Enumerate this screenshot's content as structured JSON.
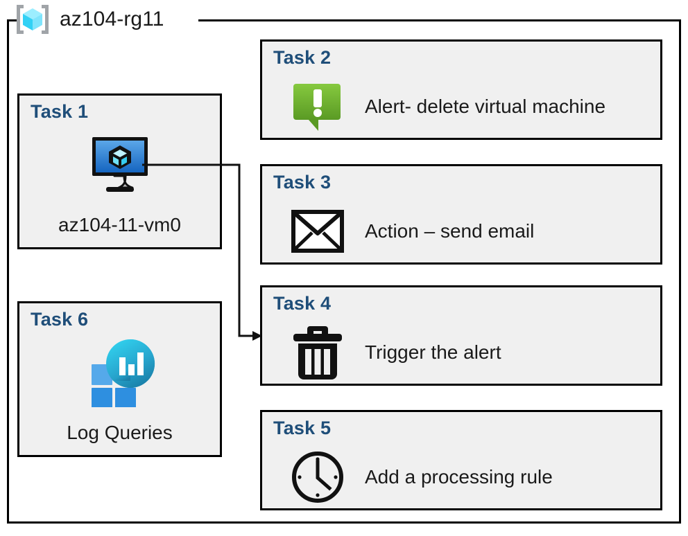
{
  "resource_group": {
    "name": "az104-rg11",
    "icon": "resource-group-cube-icon"
  },
  "tasks": [
    {
      "id": "task-1",
      "heading": "Task 1",
      "label": "az104-11-vm0",
      "icon": "virtual-machine-icon",
      "column": "left"
    },
    {
      "id": "task-2",
      "heading": "Task 2",
      "label": "Alert- delete virtual machine",
      "icon": "alert-bubble-icon",
      "column": "right"
    },
    {
      "id": "task-3",
      "heading": "Task 3",
      "label": "Action – send email",
      "icon": "envelope-icon",
      "column": "right"
    },
    {
      "id": "task-4",
      "heading": "Task 4",
      "label": "Trigger the alert",
      "icon": "trash-can-icon",
      "column": "right"
    },
    {
      "id": "task-5",
      "heading": "Task 5",
      "label": "Add a processing rule",
      "icon": "clock-icon",
      "column": "right"
    },
    {
      "id": "task-6",
      "heading": "Task 6",
      "label": "Log Queries",
      "icon": "log-analytics-icon",
      "column": "left"
    }
  ],
  "connector": {
    "from": "task-1-vm-icon",
    "to": "task-4-box",
    "arrow": "arrowhead-right"
  },
  "colors": {
    "heading_blue": "#1F4E79",
    "box_fill": "#F0F0F0",
    "box_border": "#000000",
    "alert_green_light": "#7FC241",
    "alert_green_dark": "#5E9E28",
    "vm_blue_light": "#5BA6E8",
    "vm_blue_dark": "#1565C0",
    "log_square_blue": "#2E8FE0",
    "log_square_blue_light": "#55A9EA",
    "log_circle_teal": "#32C8E8",
    "log_circle_teal_dark": "#1A7FA8",
    "rg_cube_cyan": "#50E6FF",
    "rg_bracket_gray": "#A0A4A8",
    "text_dark": "#1A1A1A"
  }
}
